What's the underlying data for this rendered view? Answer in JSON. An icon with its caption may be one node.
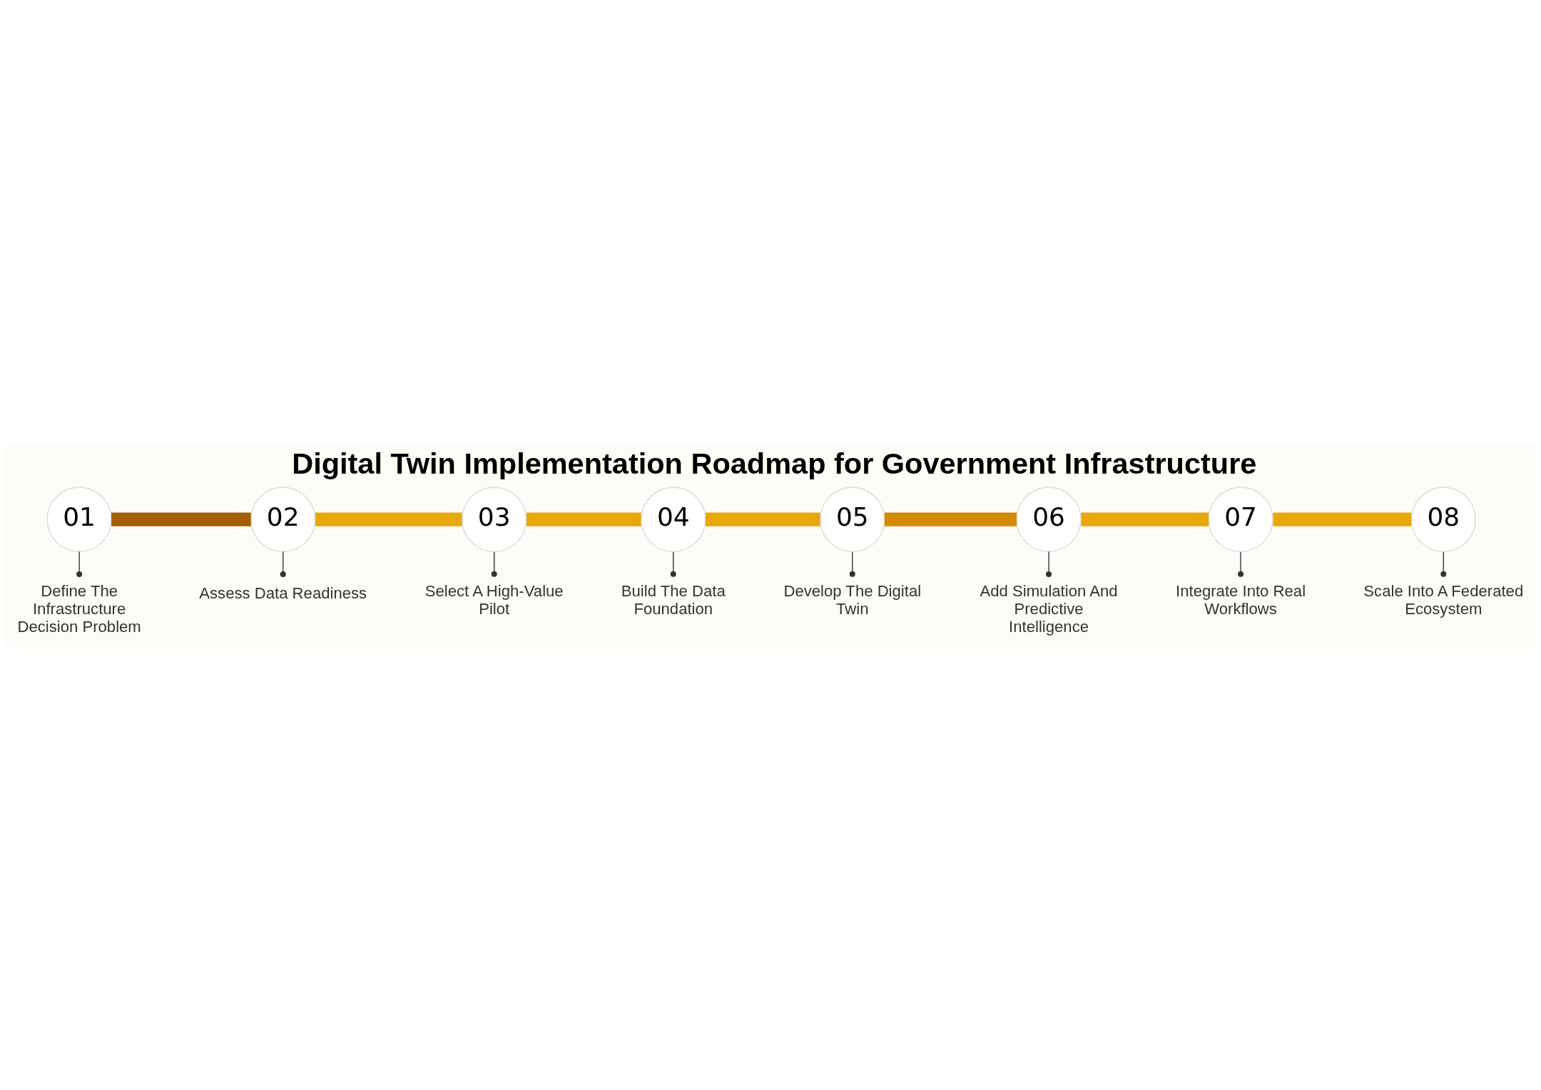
{
  "diagram": {
    "title": "Digital Twin Implementation Roadmap for Government Infrastructure",
    "nodes": [
      {
        "text": [
          "01"
        ]
      },
      {
        "text": [
          "02"
        ]
      },
      {
        "text": [
          "03"
        ]
      },
      {
        "text": [
          "04"
        ]
      },
      {
        "text": [
          "05"
        ]
      },
      {
        "text": [
          "06"
        ]
      },
      {
        "text": [
          "07"
        ]
      },
      {
        "text": [
          "08"
        ]
      },
      {
        "text": [
          "Define The Infrastructure Decision Problem"
        ]
      },
      {
        "text": [
          "Assess Data Readiness"
        ]
      },
      {
        "text": [
          "Select A High-Value Pilot"
        ]
      },
      {
        "text": [
          "Build The Data Foundation"
        ]
      },
      {
        "text": [
          "Develop The Digital Twin"
        ]
      },
      {
        "text": [
          "Add Simulation And Predictive Intelligence"
        ]
      },
      {
        "text": [
          "Integrate Into Real Workflows"
        ]
      },
      {
        "text": [
          "Scale Into A Federated Ecosystem"
        ]
      }
    ],
    "edges": [
      {
        "from": 0,
        "to": 1,
        "arrow": "none",
        "style": "thick",
        "color": "#a65f00"
      },
      {
        "from": 1,
        "to": 2,
        "arrow": "none",
        "style": "thick",
        "color": "#e8a80a"
      },
      {
        "from": 2,
        "to": 3,
        "arrow": "none",
        "style": "thick",
        "color": "#e8a80a"
      },
      {
        "from": 3,
        "to": 4,
        "arrow": "none",
        "style": "thick",
        "color": "#e8a80a"
      },
      {
        "from": 4,
        "to": 5,
        "arrow": "none",
        "style": "thick",
        "color": "#d48a00"
      },
      {
        "from": 5,
        "to": 6,
        "arrow": "none",
        "style": "thick",
        "color": "#e8a80a"
      },
      {
        "from": 6,
        "to": 7,
        "arrow": "none",
        "style": "thick",
        "color": "#e8a80a"
      },
      {
        "from": 0,
        "to": 8,
        "arrow": "other"
      },
      {
        "from": 1,
        "to": 9,
        "arrow": "other"
      },
      {
        "from": 2,
        "to": 10,
        "arrow": "other"
      },
      {
        "from": 3,
        "to": 11,
        "arrow": "other"
      },
      {
        "from": 4,
        "to": 12,
        "arrow": "other"
      },
      {
        "from": 5,
        "to": 13,
        "arrow": "other"
      },
      {
        "from": 6,
        "to": 14,
        "arrow": "other"
      },
      {
        "from": 7,
        "to": 15,
        "arrow": "other"
      }
    ]
  }
}
